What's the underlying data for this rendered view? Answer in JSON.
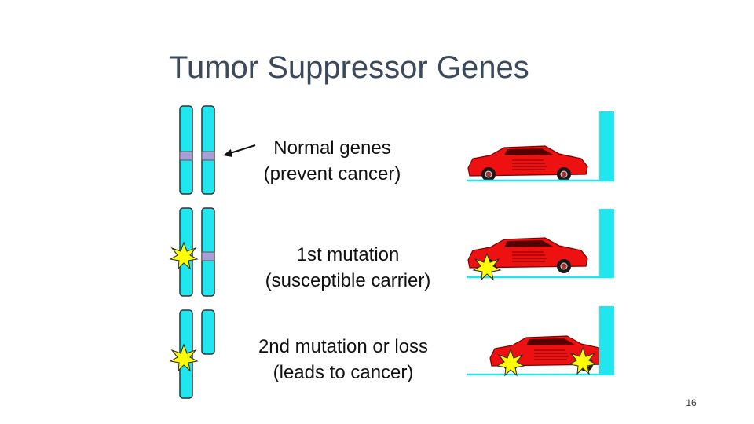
{
  "slide": {
    "title": "Tumor Suppressor Genes",
    "page_number": "16"
  },
  "rows": [
    {
      "line1": "Normal genes",
      "line2": "(prevent cancer)"
    },
    {
      "line1": "1st mutation",
      "line2": "(susceptible carrier)"
    },
    {
      "line1": "2nd mutation or loss",
      "line2": "(leads to cancer)"
    }
  ],
  "colors": {
    "chromosome": "#22e6ee",
    "gene_band": "#a99fd6",
    "car_body": "#ee1111",
    "wall": "#22e6ee",
    "star": "#ffff00"
  }
}
